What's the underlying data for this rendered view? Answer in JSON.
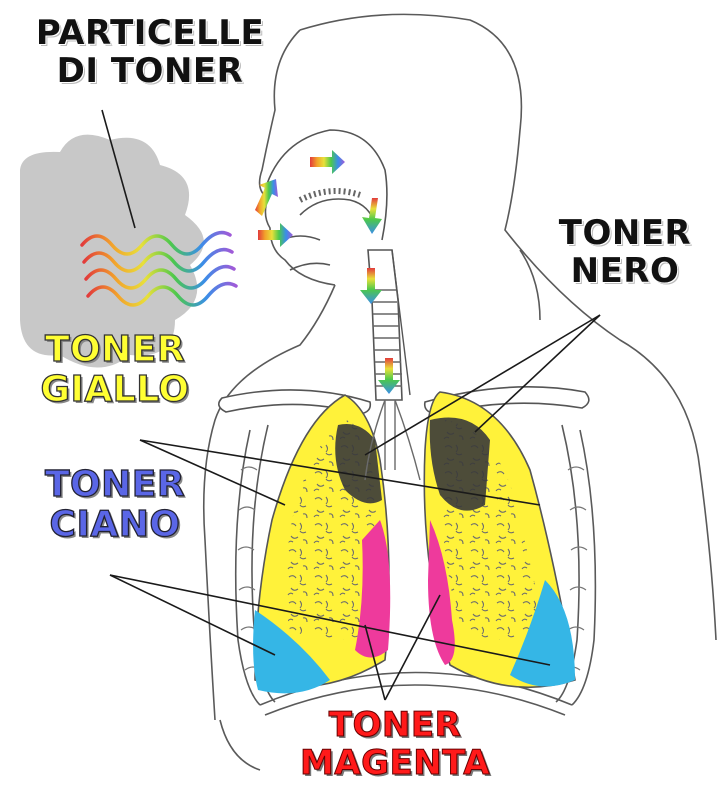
{
  "labels": {
    "particles": [
      "PARTICELLE",
      "DI TONER"
    ],
    "black": [
      "TONER",
      "NERO"
    ],
    "yellow": [
      "TONER",
      "GIALLO"
    ],
    "cyan": [
      "TONER",
      "CIANO"
    ],
    "magenta": [
      "TONER",
      "MAGENTA"
    ]
  },
  "colors": {
    "black_toner": "#3a3a3a",
    "yellow_toner": "#fff23a",
    "cyan_toner": "#35b6e6",
    "magenta_toner": "#ee3a9c",
    "cloud": "#c8c8c8",
    "outline": "#555555"
  },
  "icons": [
    "toner-cloud-icon",
    "rainbow-wave-icon",
    "airflow-arrow-icon"
  ]
}
